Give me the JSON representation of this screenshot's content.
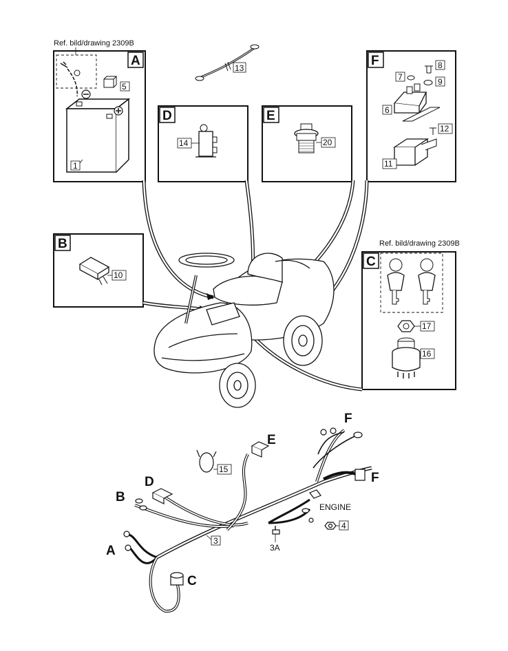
{
  "panels": {
    "A": {
      "letter": "A",
      "ref": "Ref. bild/drawing 2309B",
      "parts": [
        "5",
        "1"
      ]
    },
    "B": {
      "letter": "B",
      "parts": [
        "10"
      ]
    },
    "C": {
      "letter": "C",
      "ref": "Ref. bild/drawing 2309B",
      "parts": [
        "17",
        "16"
      ]
    },
    "D": {
      "letter": "D",
      "parts": [
        "14"
      ]
    },
    "E": {
      "letter": "E",
      "parts": [
        "20"
      ]
    },
    "F": {
      "letter": "F",
      "parts": [
        "8",
        "7",
        "9",
        "6",
        "12",
        "11"
      ]
    }
  },
  "cable_part": "13",
  "harness": {
    "part": "3",
    "nut_part": "4",
    "clip_part": "3A",
    "tie_part": "15",
    "engine_label": "ENGINE",
    "connectors": [
      "A",
      "B",
      "C",
      "D",
      "E",
      "F",
      "F"
    ]
  },
  "colors": {
    "line": "#111111",
    "background": "#ffffff",
    "label_box": "#ffffff"
  }
}
